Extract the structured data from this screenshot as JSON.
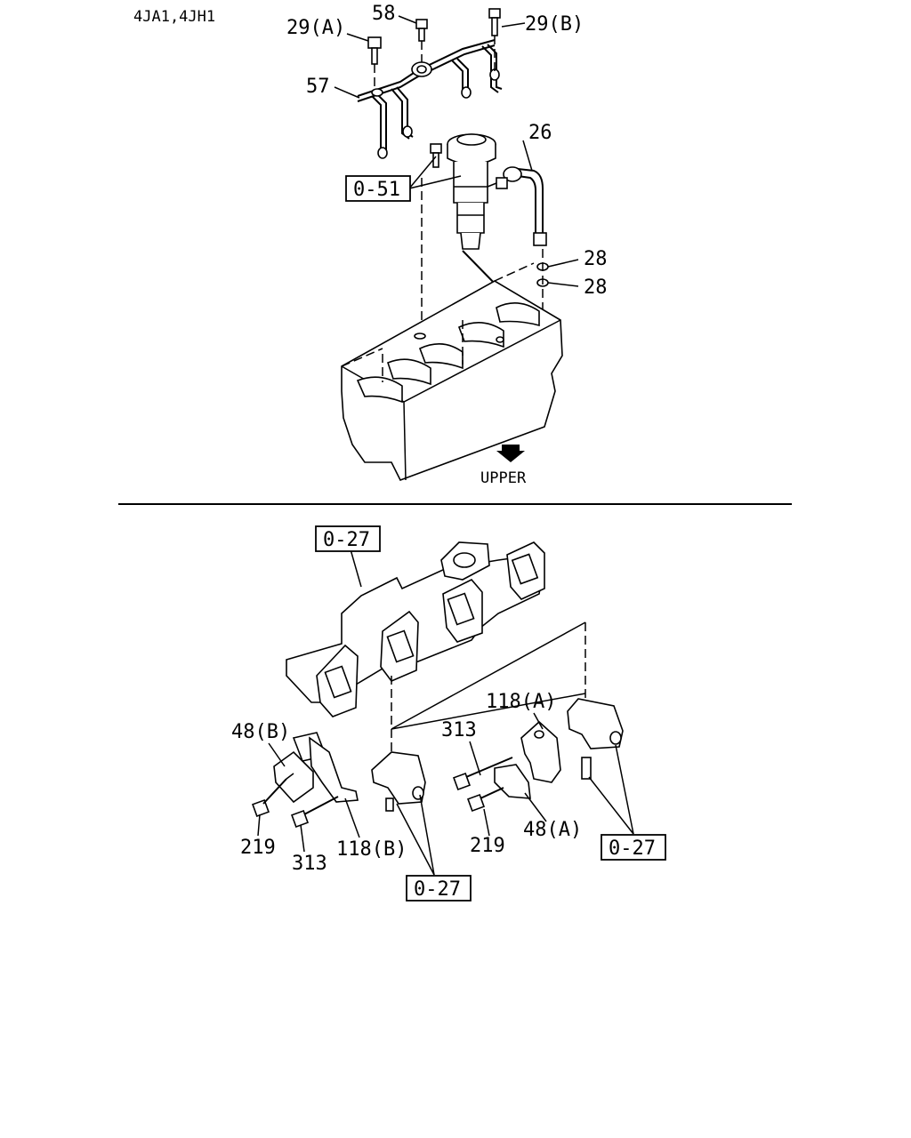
{
  "header": {
    "engine_models": "4JA1,4JH1"
  },
  "top_section": {
    "callouts": {
      "bolt_a": "29(A)",
      "bolt_58": "58",
      "bolt_b": "29(B)",
      "pipe_57": "57",
      "pipe_26": "26",
      "ring_28_upper": "28",
      "ring_28_lower": "28",
      "ref_051": "0-51"
    },
    "direction_label": "UPPER"
  },
  "bottom_section": {
    "callouts": {
      "ref_027_manifold": "0-27",
      "bracket_118a": "118(A)",
      "bolt_313_right": "313",
      "clip_48b": "48(B)",
      "bolt_219_left": "219",
      "bolt_313_left": "313",
      "bracket_118b": "118(B)",
      "ref_027_bottom_center": "0-27",
      "bolt_219_right": "219",
      "clip_48a": "48(A)",
      "ref_027_right": "0-27"
    }
  }
}
